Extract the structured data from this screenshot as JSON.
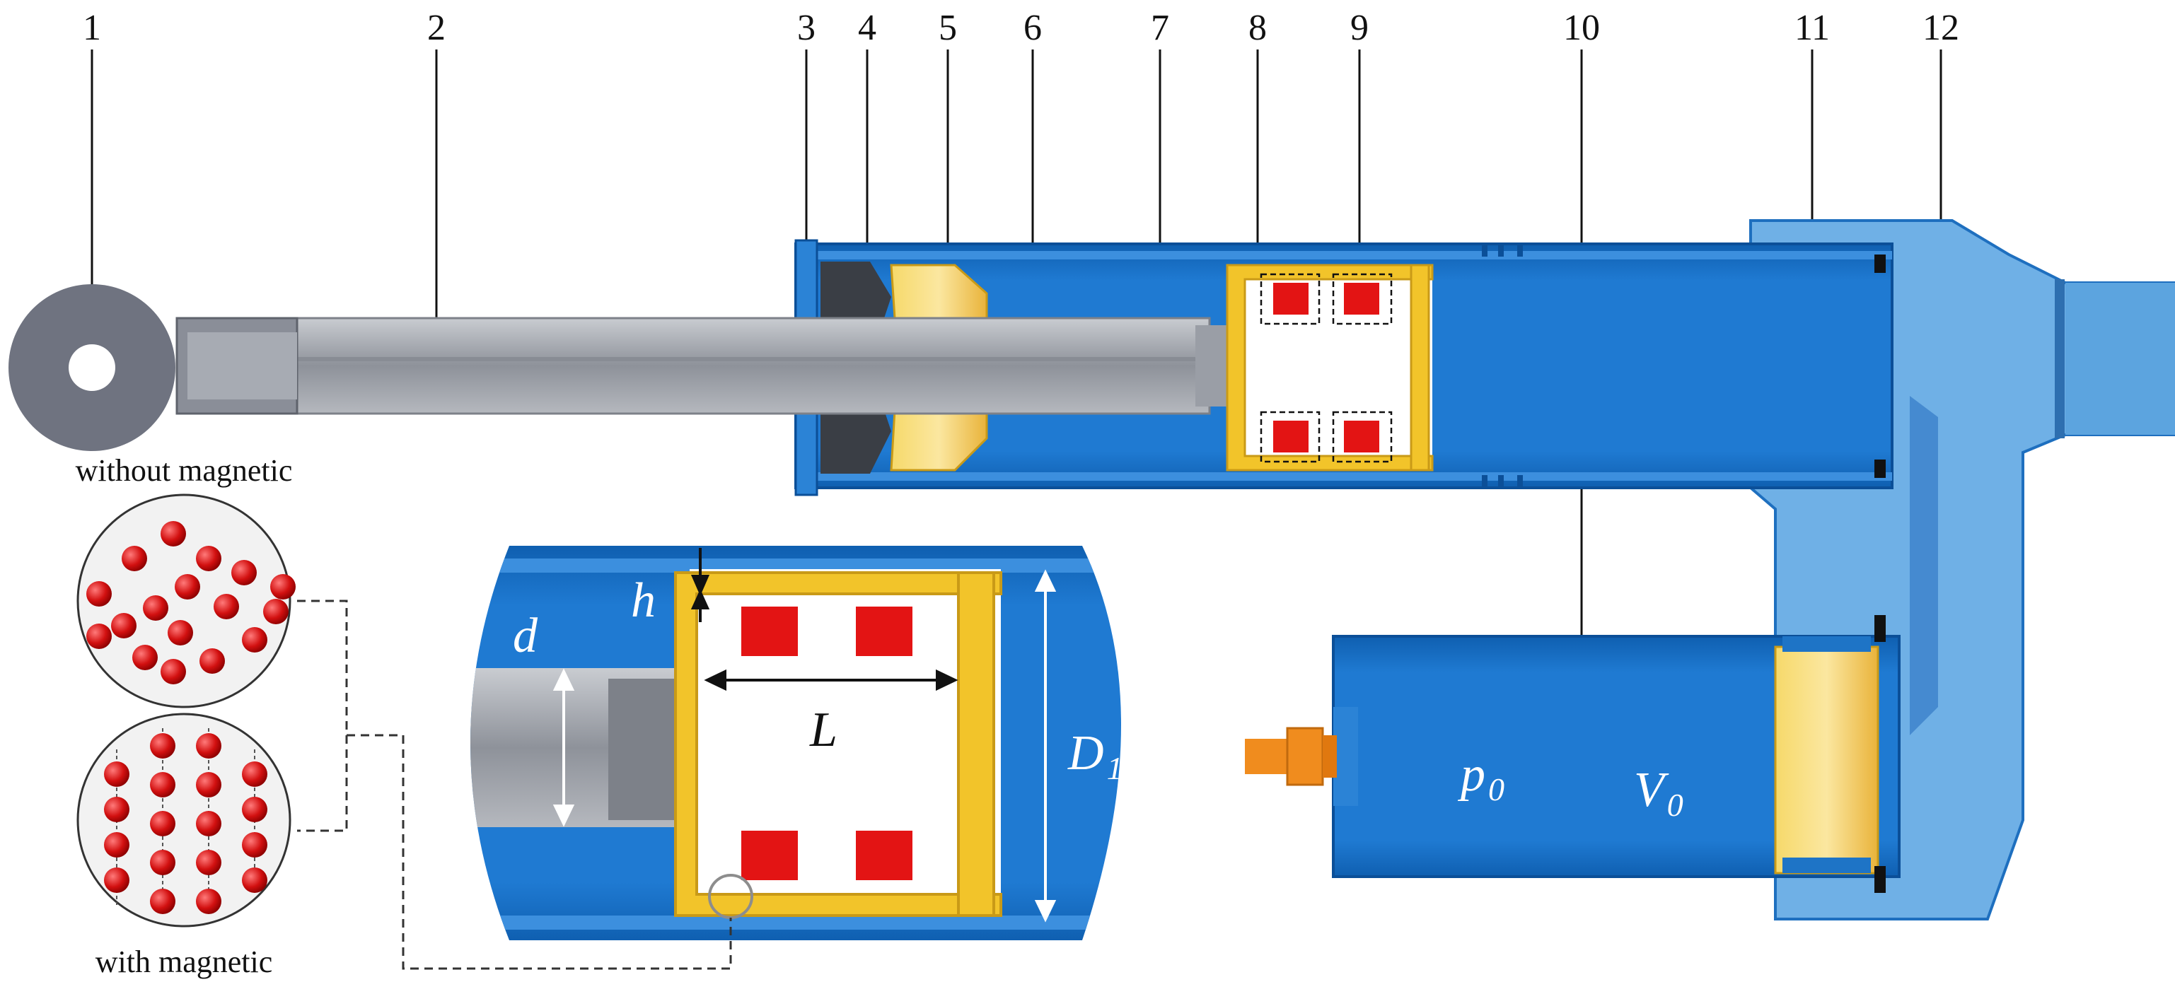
{
  "callouts": [
    "1",
    "2",
    "3",
    "4",
    "5",
    "6",
    "7",
    "8",
    "9",
    "10",
    "11",
    "12"
  ],
  "captions": {
    "without": "without magnetic",
    "with": "with magnetic"
  },
  "symbols": {
    "d": "d",
    "h": "h",
    "L": "L",
    "D": "D",
    "D_sub": "1",
    "p": "p",
    "p_sub": "0",
    "V": "V",
    "V_sub": "0"
  },
  "colors": {
    "cylinder_blue": "#1e74c6",
    "light_blue": "#5ba3dd",
    "rod_gray": "#a3a7ae",
    "eye_gray": "#6f7380",
    "yellow_ring": "#f0c419",
    "coil_red": "#e31414",
    "fitting_orange": "#f08c1e"
  }
}
